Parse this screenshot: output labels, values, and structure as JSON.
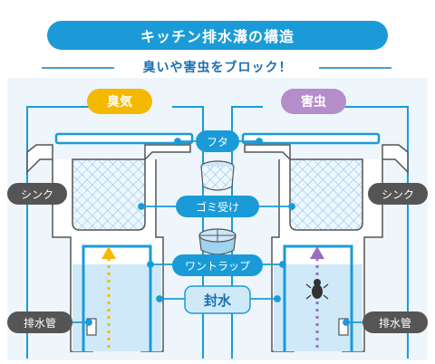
{
  "title": "キッチン排水溝の構造",
  "subtitle": "臭いや害虫をブロック！",
  "badges": {
    "left": "臭気",
    "right": "害虫"
  },
  "labels": {
    "lid": "フタ",
    "basket": "ゴミ受け",
    "trap": "ワントラップ",
    "seal": "封水",
    "sink_left": "シンク",
    "sink_right": "シンク",
    "pipe_left": "排水管",
    "pipe_right": "排水管"
  },
  "colors": {
    "primary": "#1a9bd7",
    "odor_badge": "#f5b800",
    "pest_badge": "#b58dc9",
    "dark_label": "#555555",
    "water": "#cfe9f8",
    "odor_arrow": "#f5b800",
    "pest_arrow": "#9b6dbd"
  },
  "icons": [
    "bug-icon"
  ]
}
